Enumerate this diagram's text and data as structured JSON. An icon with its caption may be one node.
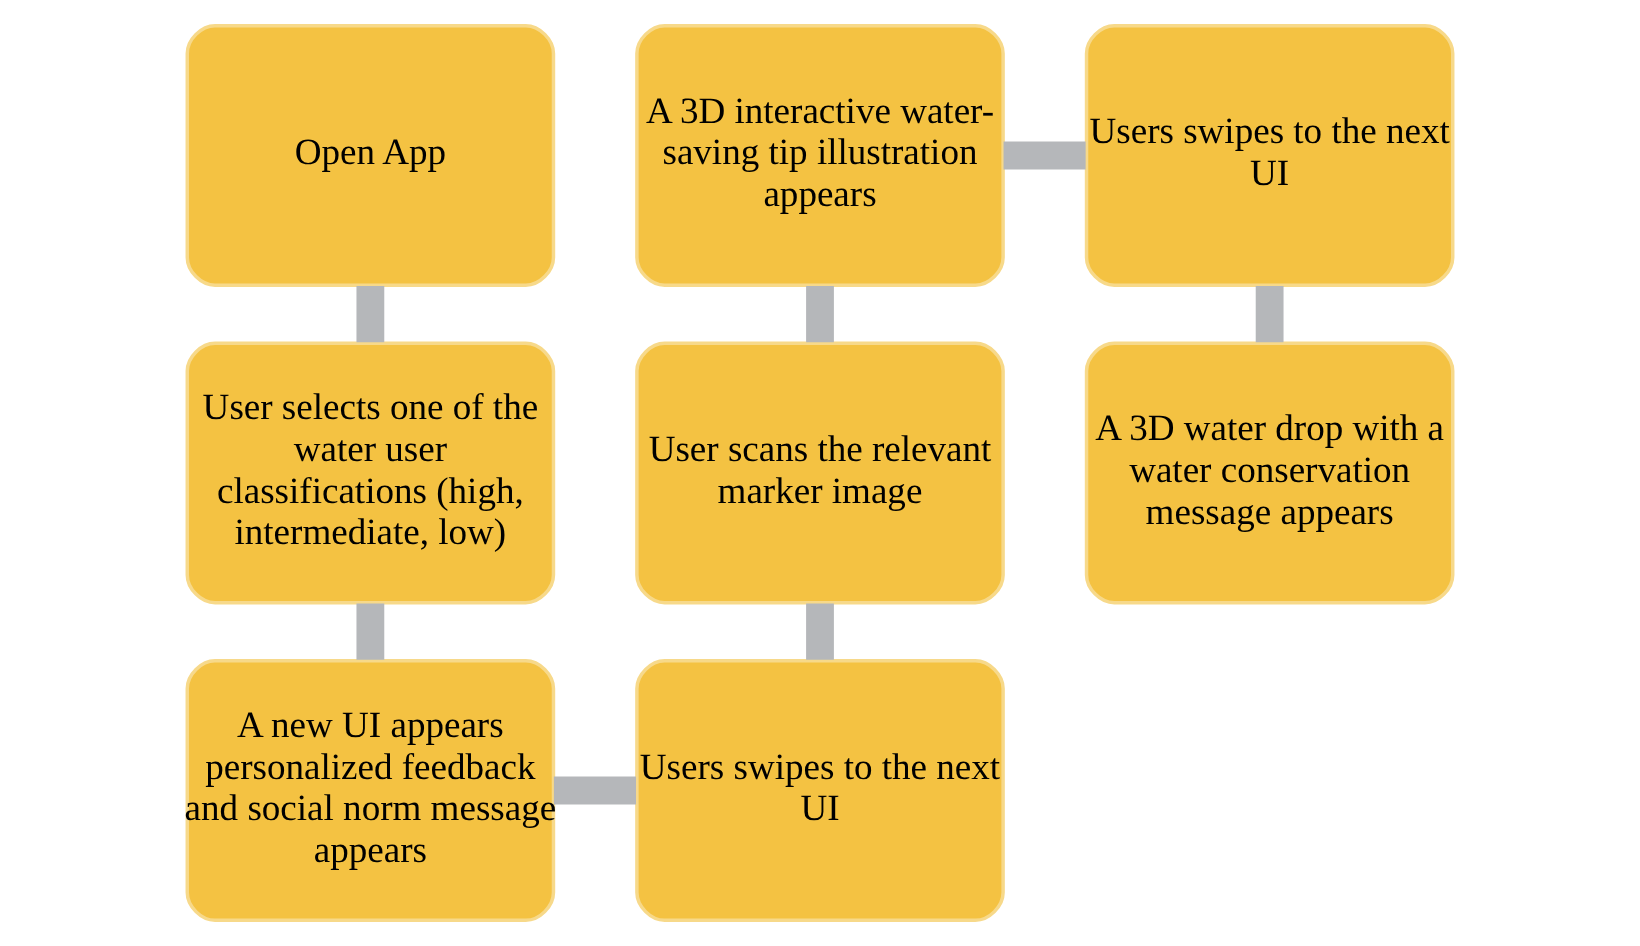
{
  "diagram": {
    "nodes": [
      {
        "text": [
          "Open App"
        ]
      },
      {
        "text": [
          "User selects one of the water user classifications (high, intermediate, low)"
        ]
      },
      {
        "text": [
          "A new UI appears personalized feedback and social norm message appears"
        ]
      },
      {
        "text": [
          "Users swipes to the next UI"
        ]
      },
      {
        "text": [
          "User scans the relevant marker image"
        ]
      },
      {
        "text": [
          "A 3D interactive water-saving tip illustration appears"
        ]
      },
      {
        "text": [
          "Users swipes to the next UI"
        ]
      },
      {
        "text": [
          "A 3D water drop with a water conservation message appears"
        ]
      }
    ],
    "edges": [
      {
        "from": 0,
        "to": 1,
        "arrow": "none"
      },
      {
        "from": 1,
        "to": 2,
        "arrow": "none"
      },
      {
        "from": 2,
        "to": 3,
        "arrow": "none"
      },
      {
        "from": 3,
        "to": 4,
        "arrow": "none"
      },
      {
        "from": 4,
        "to": 5,
        "arrow": "none"
      },
      {
        "from": 5,
        "to": 6,
        "arrow": "none"
      },
      {
        "from": 6,
        "to": 7,
        "arrow": "none"
      }
    ]
  }
}
